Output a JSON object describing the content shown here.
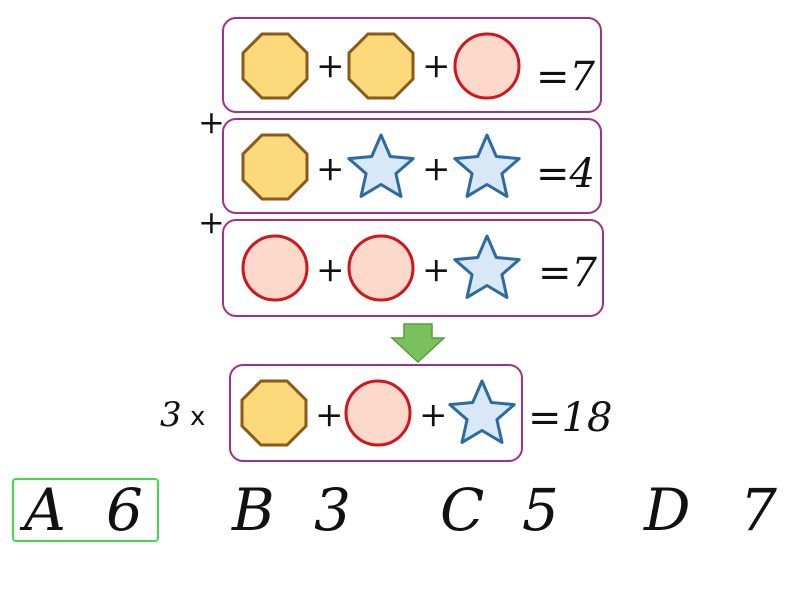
{
  "puzzle": {
    "row1": {
      "result": "=7"
    },
    "row2": {
      "result": "=4"
    },
    "row3": {
      "result": "=7"
    },
    "plus_sign": "+",
    "combined": {
      "multiplier": "3",
      "times_sign": "x",
      "result": "=18"
    }
  },
  "colors": {
    "box_border": "#a0308f",
    "octagon_fill": "#fcd97a",
    "octagon_stroke": "#8b5a1a",
    "circle_fill": "#fdd9cc",
    "circle_stroke": "#d0161c",
    "star_fill": "#d8e8f6",
    "star_stroke": "#2c6aa0",
    "arrow_fill": "#79c25b",
    "selected_border": "#43d94a"
  },
  "icons": [
    "octagon-icon",
    "circle-icon",
    "star-icon",
    "down-arrow-icon"
  ],
  "options": [
    {
      "letter": "A",
      "value": "6",
      "selected": true
    },
    {
      "letter": "B",
      "value": "3",
      "selected": false
    },
    {
      "letter": "C",
      "value": "5",
      "selected": false
    },
    {
      "letter": "D",
      "value": "7",
      "selected": false
    }
  ]
}
